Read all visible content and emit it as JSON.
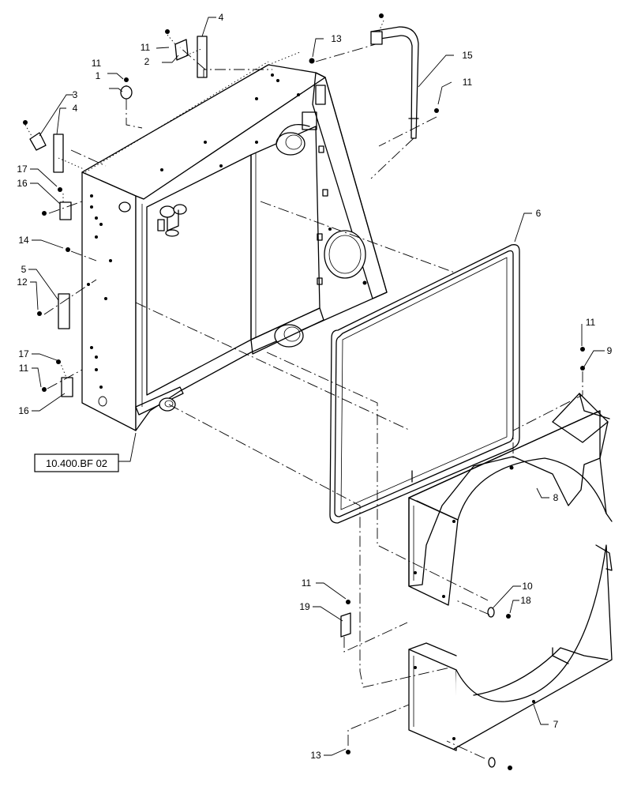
{
  "diagram": {
    "reference_label": "10.400.BF 02",
    "callouts": {
      "c1": "1",
      "c2": "2",
      "c3": "3",
      "c4a": "4",
      "c4b": "4",
      "c5": "5",
      "c6": "6",
      "c7": "7",
      "c8": "8",
      "c9": "9",
      "c10": "10",
      "c11a": "11",
      "c11b": "11",
      "c11c": "11",
      "c11d": "11",
      "c11e": "11",
      "c11f": "11",
      "c12": "12",
      "c13a": "13",
      "c13b": "13",
      "c14": "14",
      "c15": "15",
      "c16a": "16",
      "c16b": "16",
      "c17a": "17",
      "c17b": "17",
      "c18": "18",
      "c19": "19"
    }
  }
}
